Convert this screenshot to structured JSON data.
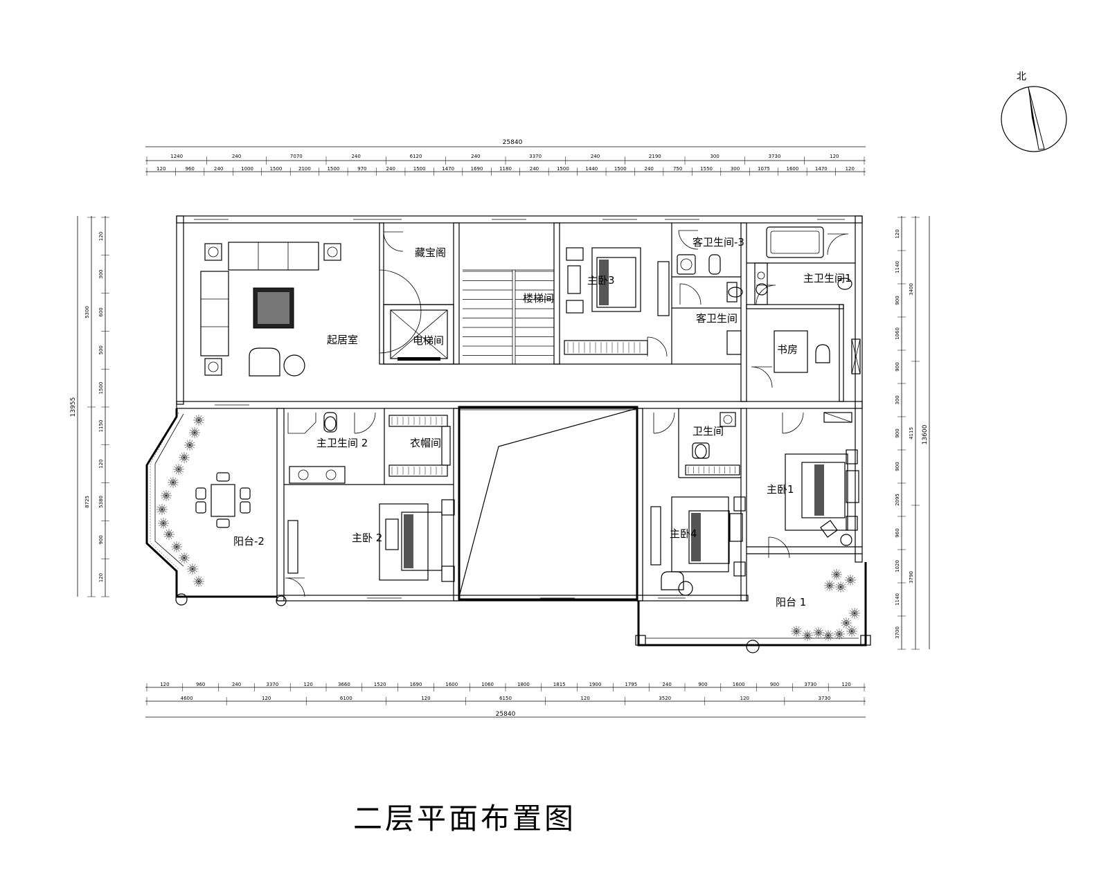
{
  "title": "二层平面布置图",
  "north_label": "北",
  "rooms": {
    "living": "起居室",
    "treasure": "藏宝阁",
    "stairs": "楼梯间",
    "elevator": "电梯间",
    "master3": "主卧3",
    "guest_bath3": "客卫生间-3",
    "guest_bath": "客卫生间",
    "master_bath1": "主卫生间1",
    "study": "书房",
    "master_bath2": "主卫生间 2",
    "closet": "衣帽间",
    "balcony2": "阳台-2",
    "master2": "主卧 2",
    "bath4": "卫生间",
    "master4": "主卧4",
    "master1": "主卧1",
    "balcony1": "阳台 1"
  },
  "dimensions": {
    "top_total": "25840",
    "top_row1": [
      "1240",
      "240",
      "7070",
      "240",
      "6120",
      "240",
      "3370",
      "240",
      "2190",
      "300",
      "3730",
      "120"
    ],
    "top_row2": [
      "120",
      "960",
      "240",
      "1000",
      "1500",
      "2100",
      "1500",
      "970",
      "240",
      "1500",
      "1470",
      "1690",
      "1180",
      "240",
      "1500",
      "1440",
      "1500",
      "240",
      "750",
      "1550",
      "300",
      "1075",
      "1600",
      "1470",
      "120"
    ],
    "bottom_row1": [
      "120",
      "960",
      "240",
      "3370",
      "120",
      "3660",
      "1520",
      "1690",
      "1600",
      "1060",
      "1800",
      "1815",
      "1900",
      "1795",
      "240",
      "900",
      "1600",
      "900",
      "3730",
      "120"
    ],
    "bottom_row2": [
      "4600",
      "120",
      "6100",
      "120",
      "6150",
      "120",
      "3520",
      "120",
      "3730"
    ],
    "bottom_total": "25840",
    "left_total": "13955",
    "left_row1": [
      "120",
      "300",
      "600",
      "500",
      "1500",
      "1150",
      "120",
      "5380",
      "900",
      "120"
    ],
    "left_row2": [
      "5300",
      "8725"
    ],
    "right_total": "13600",
    "right_row1": [
      "120",
      "1140",
      "900",
      "1060",
      "900",
      "300",
      "900",
      "900",
      "2095",
      "960",
      "1020",
      "1140",
      "3700"
    ],
    "right_row2": [
      "3400",
      "4115",
      "3790"
    ]
  }
}
